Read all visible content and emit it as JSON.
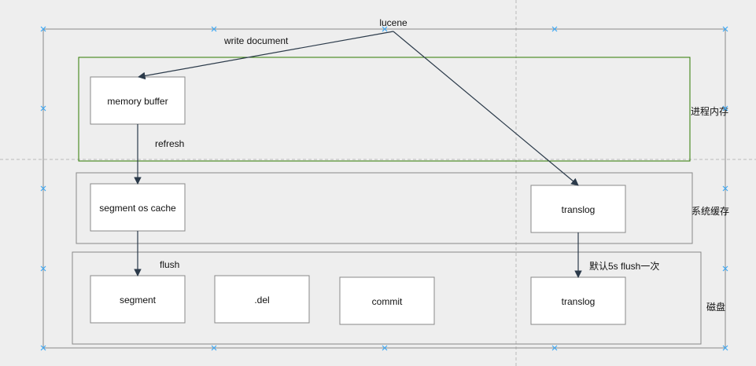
{
  "diagram": {
    "source": {
      "label": "lucene"
    },
    "edges": {
      "write_document": "write  document",
      "refresh": "refresh",
      "flush": "flush",
      "translog_flush": "默认5s flush一次"
    },
    "layers": {
      "process_memory": "进程内存",
      "system_cache": "系统缓存",
      "disk": "磁盘"
    },
    "nodes": {
      "memory_buffer": "memory buffer",
      "segment_os_cache": "segment os cache",
      "translog_cache": "translog",
      "segment": "segment",
      "del": ".del",
      "commit": "commit",
      "translog_disk": "translog"
    },
    "colors": {
      "background": "#eeeeee",
      "process_memory_border": "#2d7a00",
      "layer_border": "#888888",
      "node_fill": "#ffffff",
      "arrow": "#2b3a4a",
      "guide": "#bbbbbb",
      "selection_handle": "#3fa9f5"
    }
  }
}
